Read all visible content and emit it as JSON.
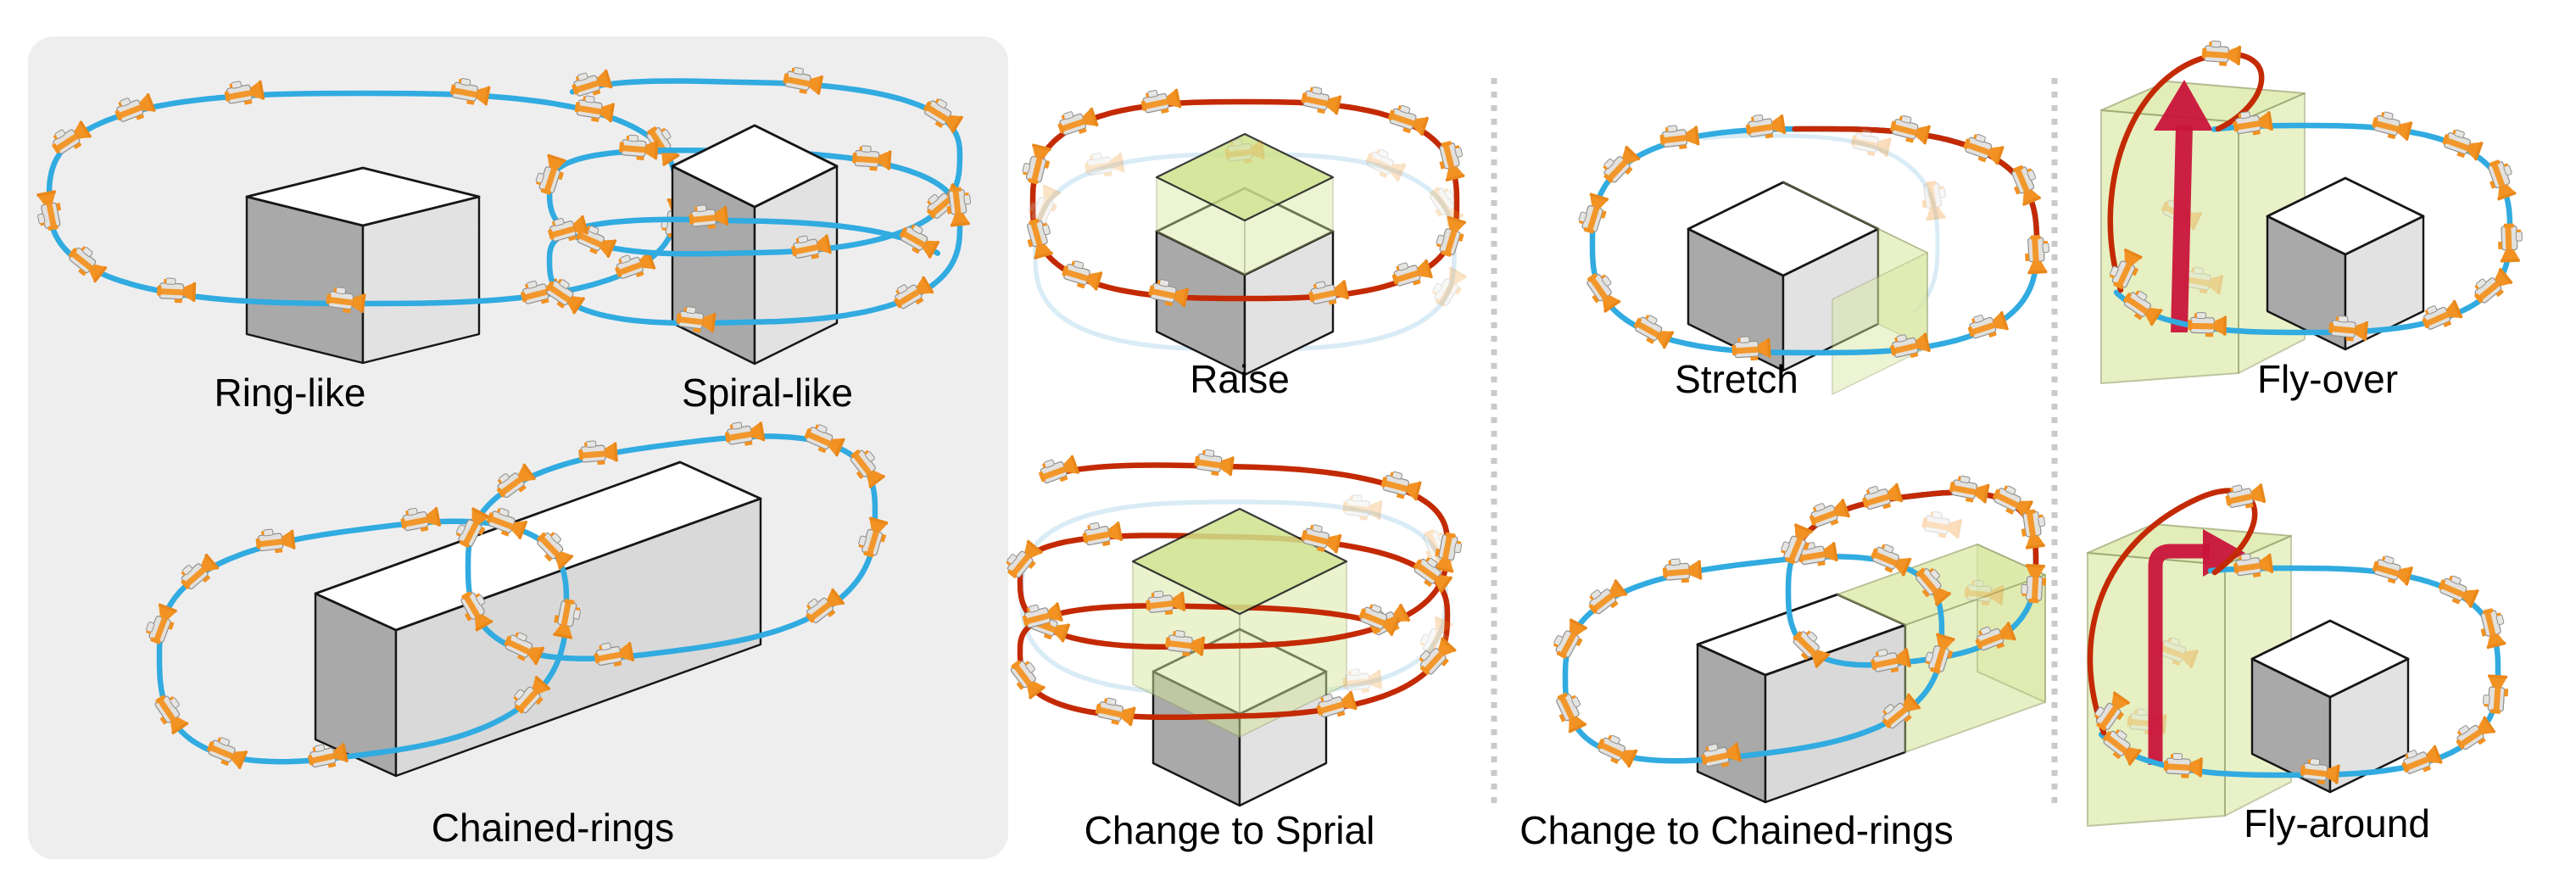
{
  "figure": {
    "panels": [
      {
        "id": "ring-like",
        "label": "Ring-like"
      },
      {
        "id": "spiral-like",
        "label": "Spiral-like"
      },
      {
        "id": "chained-rings",
        "label": "Chained-rings"
      },
      {
        "id": "raise",
        "label": "Raise"
      },
      {
        "id": "change-to-sprial",
        "label": "Change to Sprial"
      },
      {
        "id": "stretch",
        "label": "Stretch"
      },
      {
        "id": "change-to-chained-rings",
        "label": "Change to Chained-rings"
      },
      {
        "id": "fly-over",
        "label": "Fly-over"
      },
      {
        "id": "fly-around",
        "label": "Fly-around"
      }
    ],
    "colors": {
      "trajectory_blue": "#31ABE0",
      "trajectory_red": "#C32A04",
      "ghost_blue": "#D9ECF6",
      "highlight_green": "#D8E79E",
      "green_edge": "#96A266",
      "arrow_red": "#C9143A",
      "camera_orange": "#F29222",
      "camera_orange_dark": "#E8871A",
      "camera_body": "#E2E1DE",
      "camera_edge": "#8F8F8F",
      "cube_top": "#FFFFFF",
      "cube_left": "#A9A9A9",
      "cube_right": "#E2E2E2",
      "cube_edge": "#161616",
      "panel_gray": "#EFEEEF",
      "divider_gray": "#CACACA",
      "label_black": "#000000"
    },
    "icons": {
      "camera": "camera-icon",
      "raise_arrow": "up-arrow-icon",
      "fly_around_arrow": "bent-arrow-icon"
    }
  }
}
